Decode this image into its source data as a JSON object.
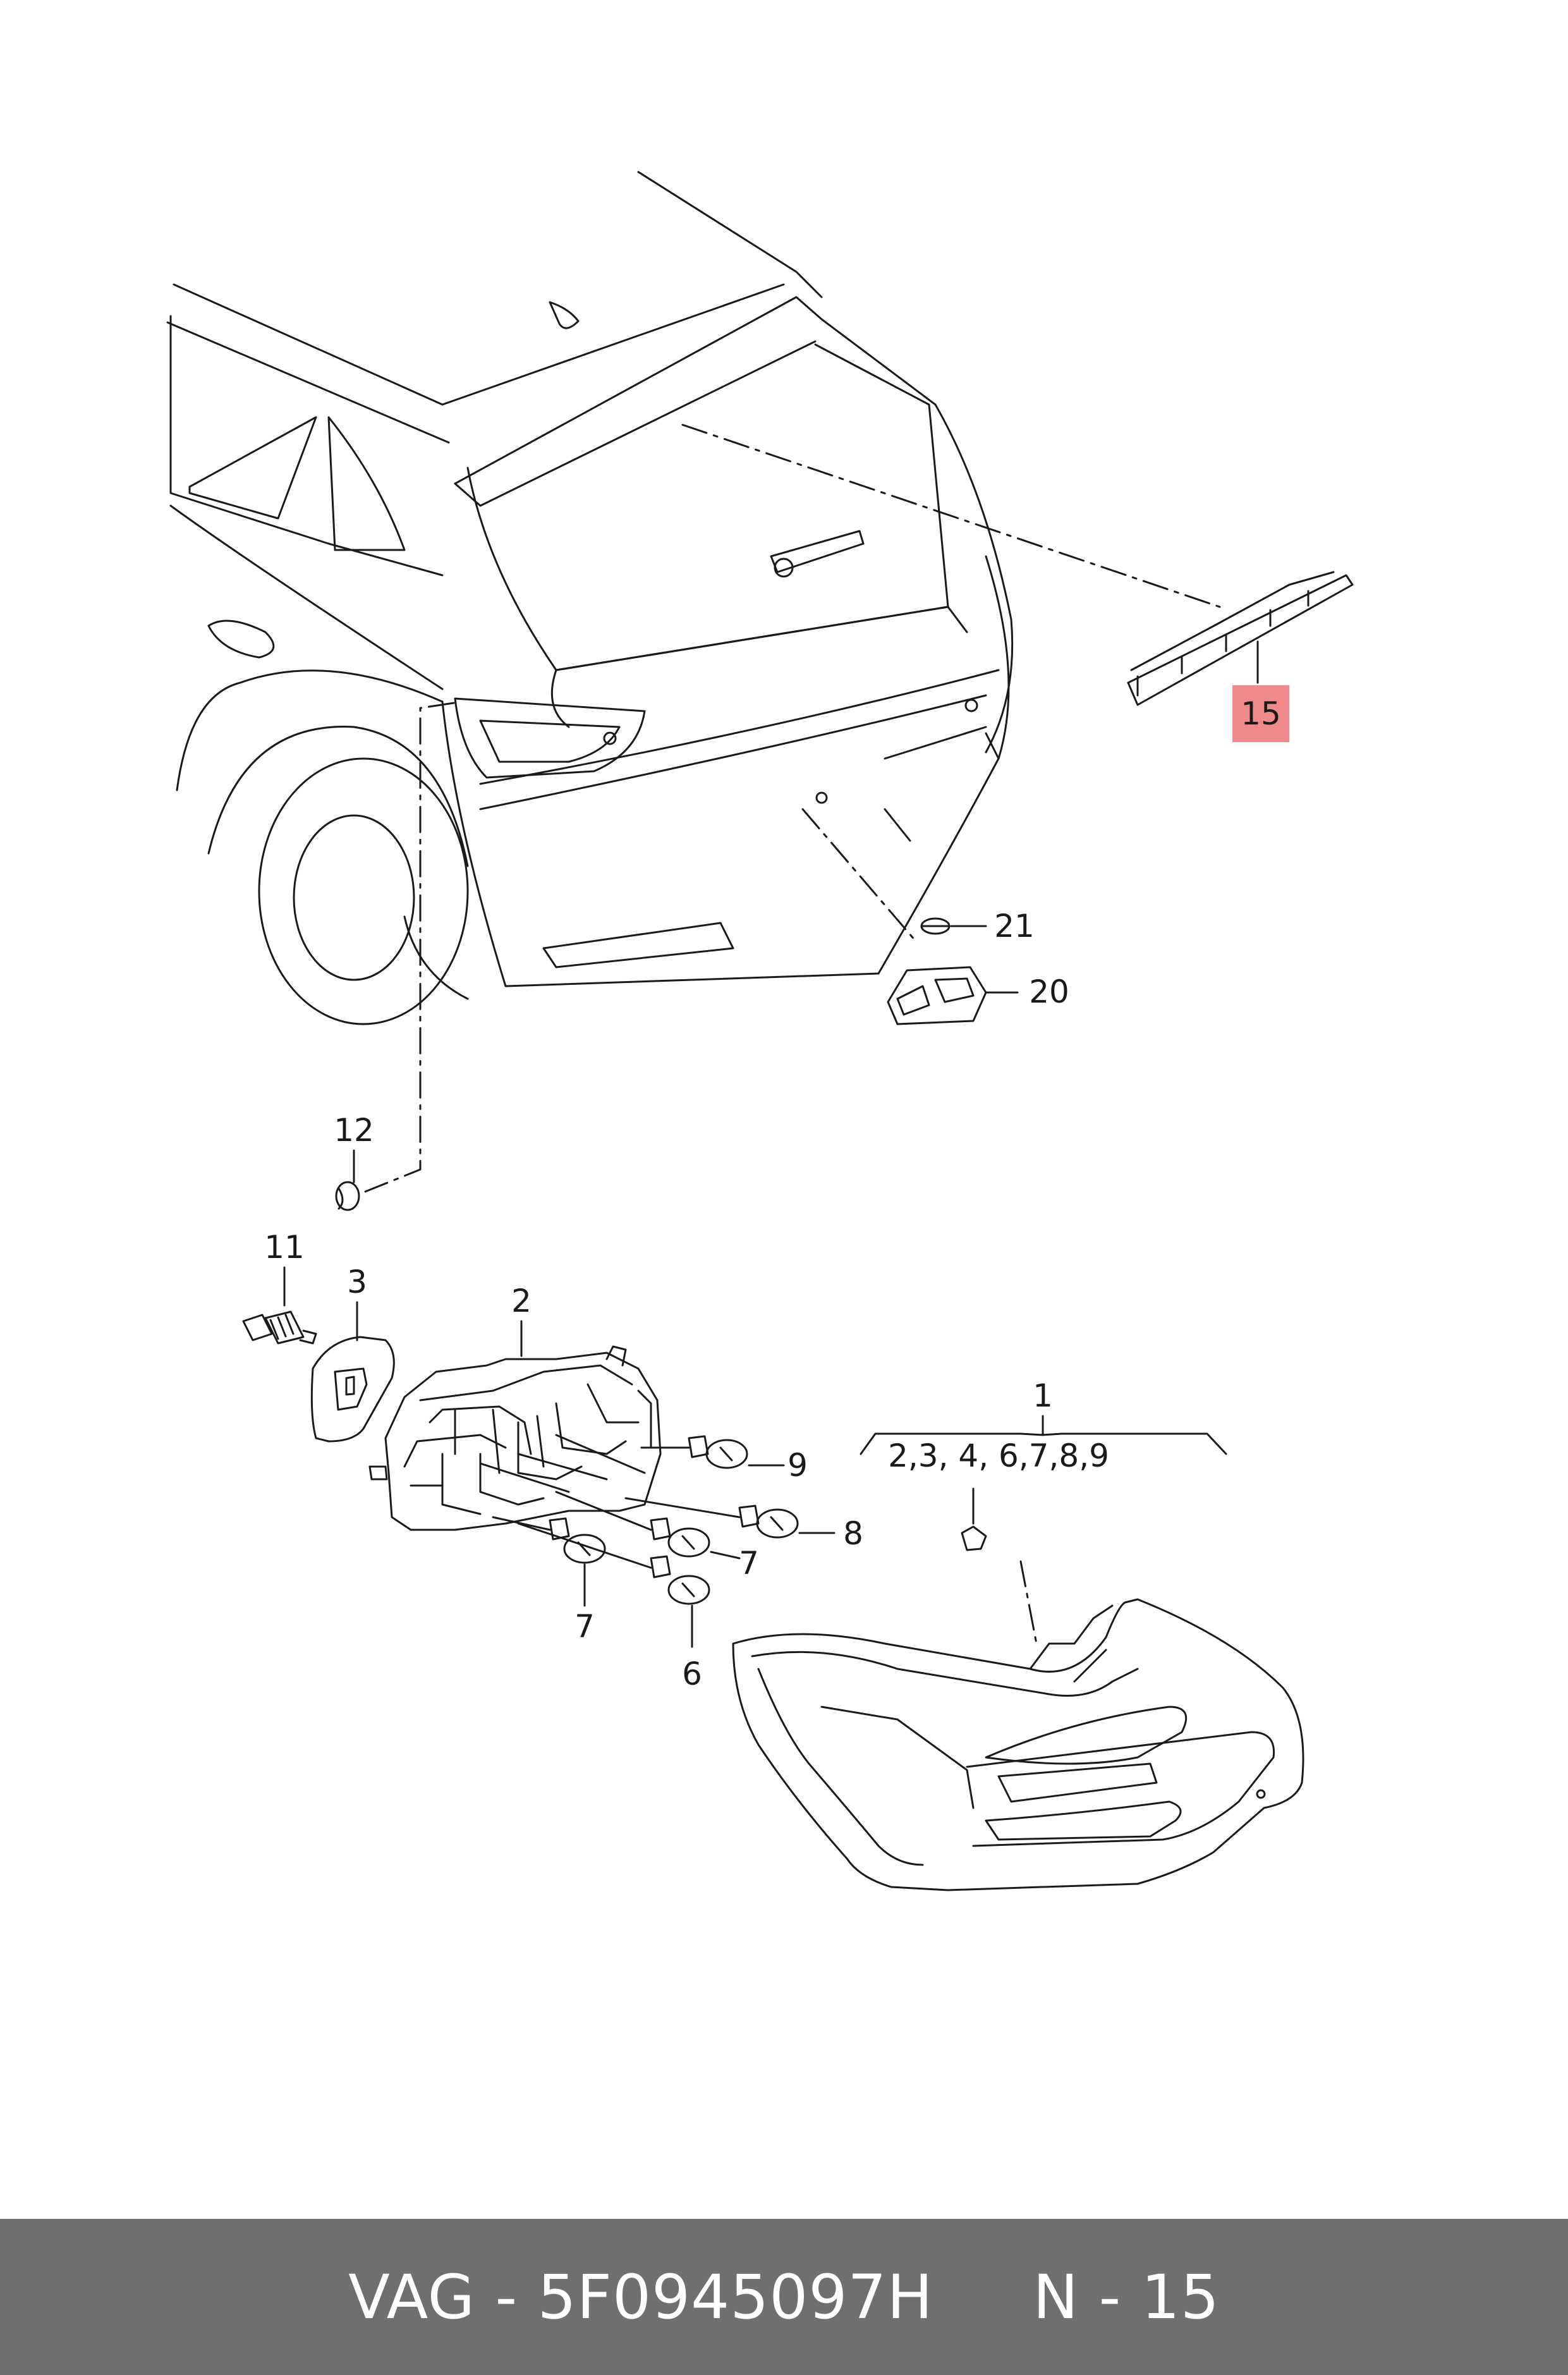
{
  "diagram": {
    "callouts": {
      "c1": "1",
      "c1_list": "2,3, 4, 6,7,8,9",
      "c2": "2",
      "c3": "3",
      "c6": "6",
      "c7a": "7",
      "c7b": "7",
      "c8": "8",
      "c9": "9",
      "c11": "11",
      "c12": "12",
      "c15": "15",
      "c20": "20",
      "c21": "21"
    },
    "highlight_color": "#f08a8a"
  },
  "footer": {
    "text": "VAG - 5F0945097H     N - 15"
  },
  "colors": {
    "footer_bg": "#6f6f6f",
    "line": "#1a1a1a"
  }
}
